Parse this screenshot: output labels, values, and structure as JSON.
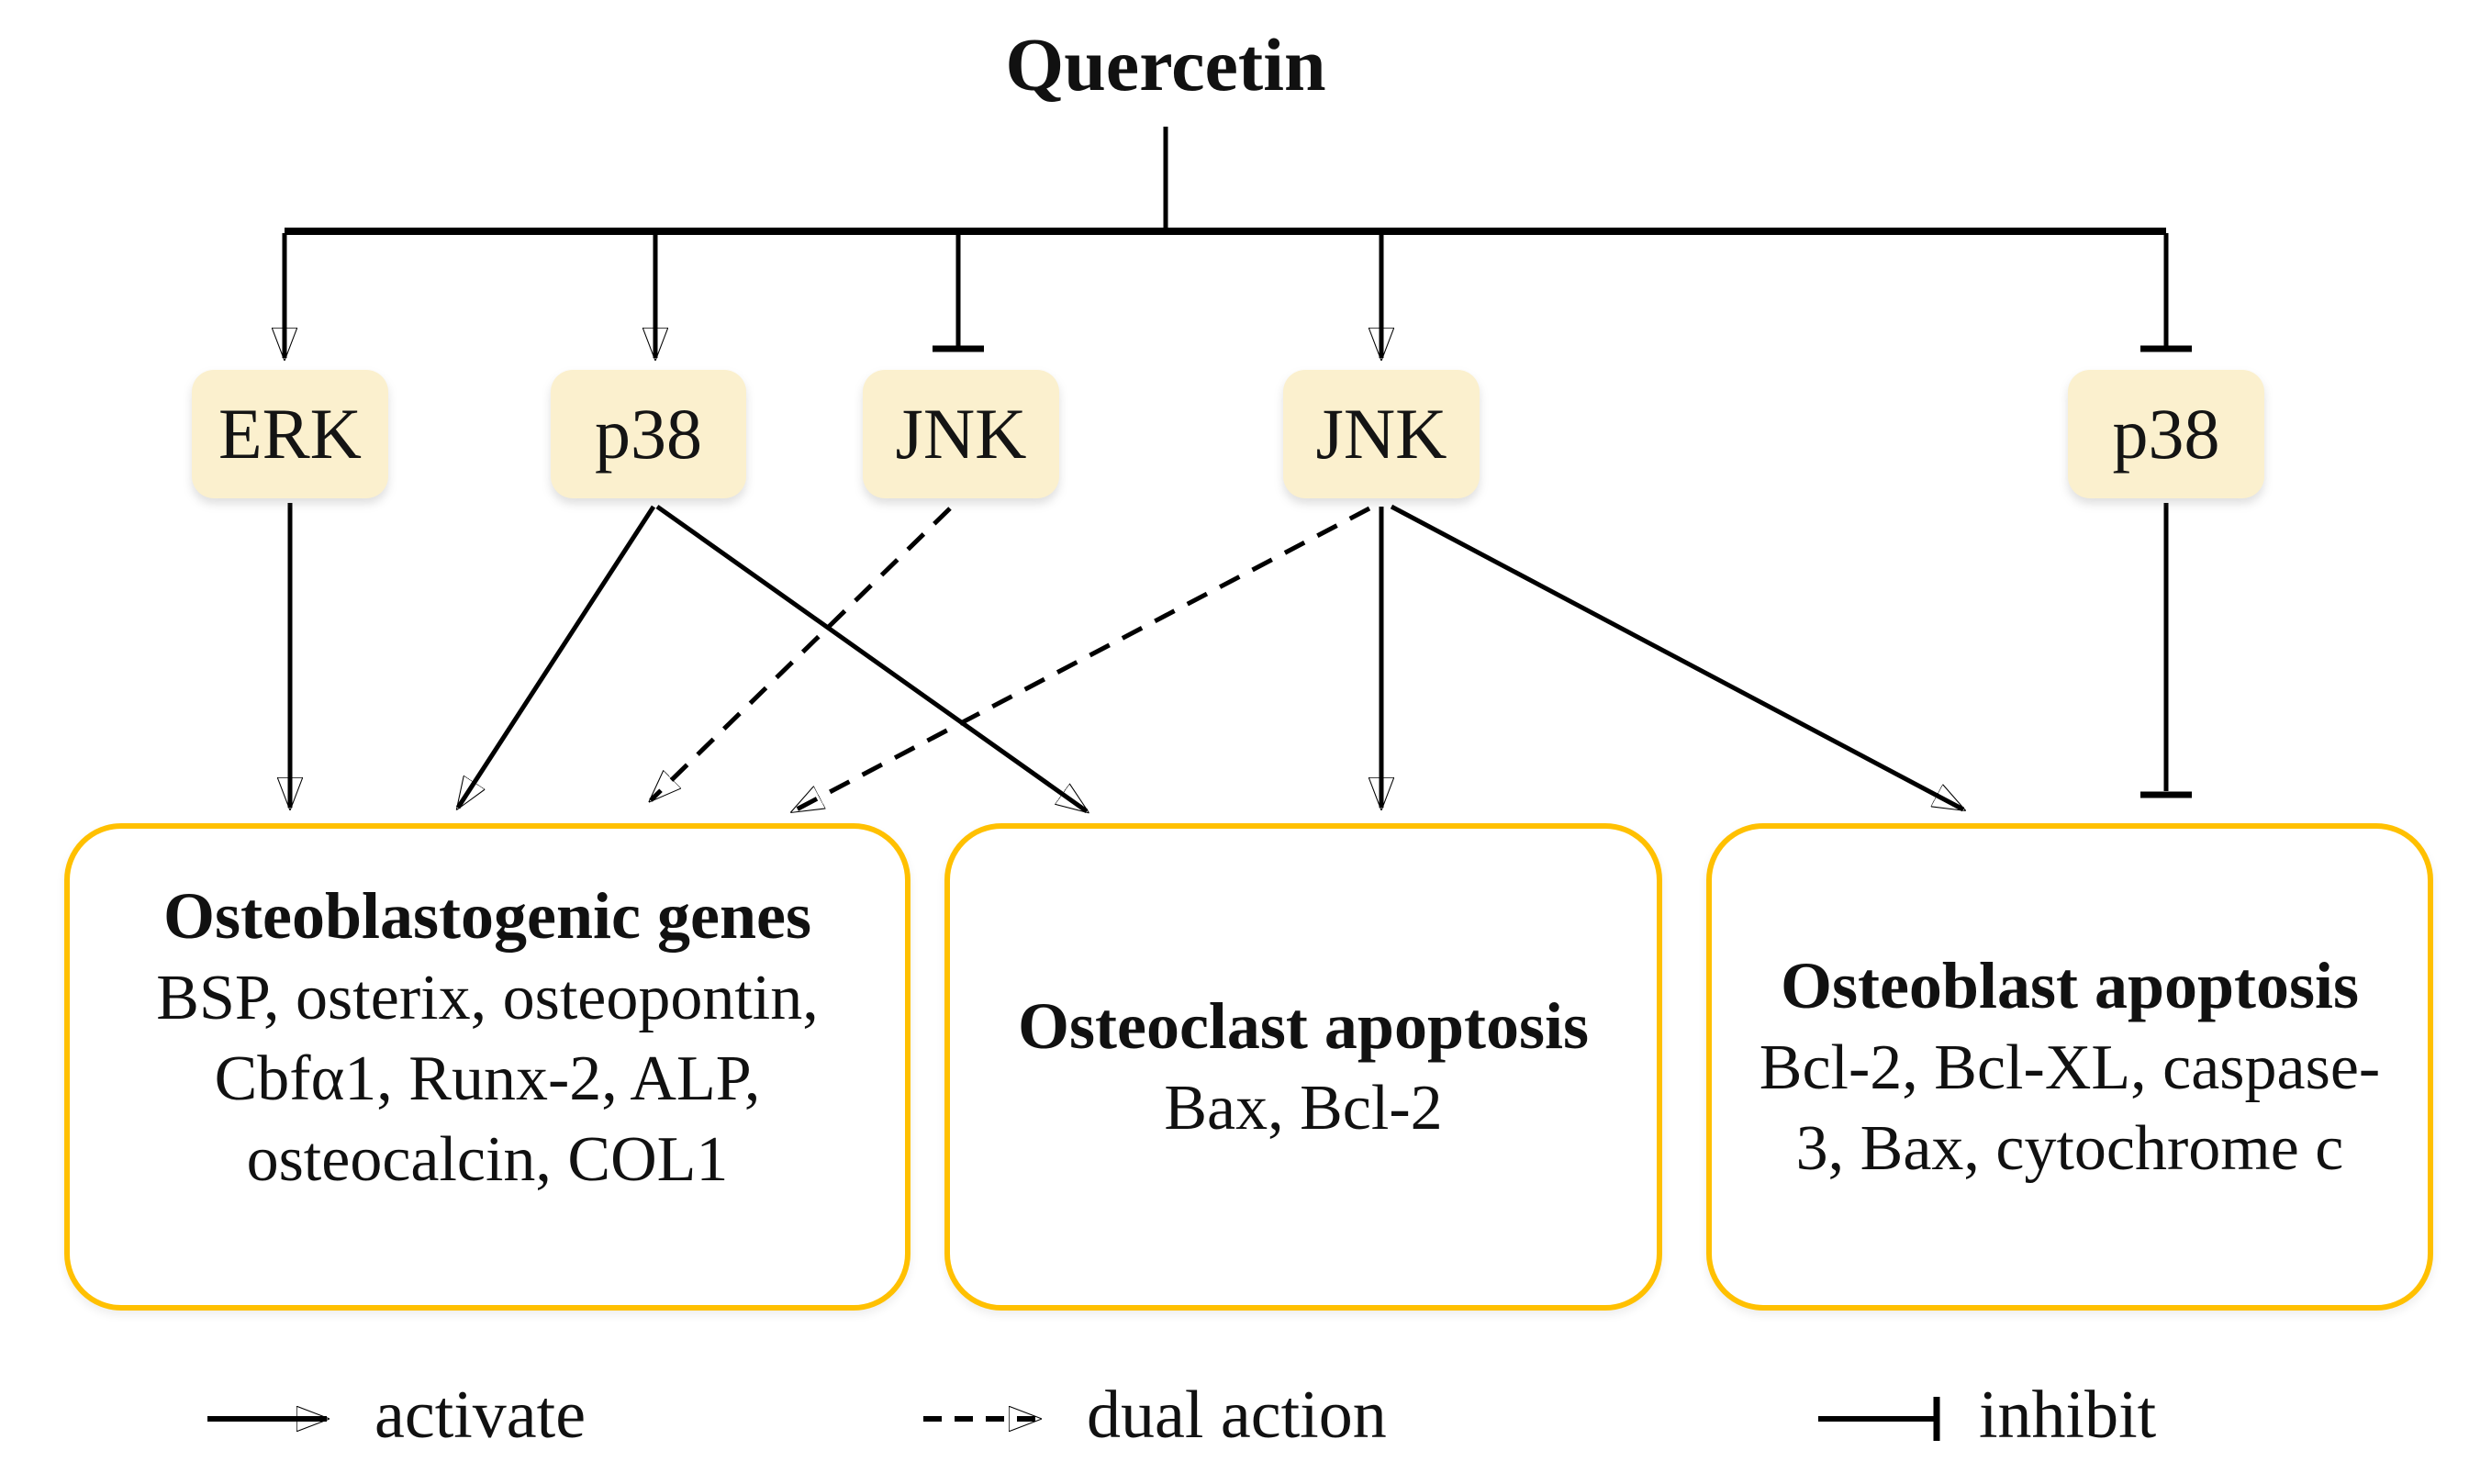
{
  "diagram": {
    "title": "Quercetin",
    "nodes": [
      {
        "id": "erk",
        "label": "ERK",
        "input_from_quercetin": "activate"
      },
      {
        "id": "p38-left",
        "label": "p38",
        "input_from_quercetin": "activate"
      },
      {
        "id": "jnk-left",
        "label": "JNK",
        "input_from_quercetin": "inhibit"
      },
      {
        "id": "jnk-right",
        "label": "JNK",
        "input_from_quercetin": "activate"
      },
      {
        "id": "p38-right",
        "label": "p38",
        "input_from_quercetin": "inhibit"
      }
    ],
    "boxes": [
      {
        "id": "osteoblastogenic-genes",
        "title": "Osteoblastogenic genes",
        "lines": [
          "BSP, osterix, osteopontin,",
          "Cbfα1, Runx-2, ALP,",
          "osteocalcin, COL1"
        ]
      },
      {
        "id": "osteoclast-apoptosis",
        "title": "Osteoclast apoptosis",
        "lines": [
          "Bax, Bcl-2"
        ]
      },
      {
        "id": "osteoblast-apoptosis",
        "title": "Osteoblast apoptosis",
        "lines": [
          "Bcl-2, Bcl-XL, caspase-",
          "3, Bax, cytochrome c"
        ]
      }
    ],
    "edges": [
      {
        "from": "Quercetin",
        "to": "ERK (left)",
        "type": "activate"
      },
      {
        "from": "Quercetin",
        "to": "p38 (left)",
        "type": "activate"
      },
      {
        "from": "Quercetin",
        "to": "JNK (left)",
        "type": "inhibit"
      },
      {
        "from": "Quercetin",
        "to": "JNK (right)",
        "type": "activate"
      },
      {
        "from": "Quercetin",
        "to": "p38 (right)",
        "type": "inhibit"
      },
      {
        "from": "ERK (left)",
        "to": "Osteoblastogenic genes",
        "type": "activate"
      },
      {
        "from": "p38 (left)",
        "to": "Osteoblastogenic genes",
        "type": "activate"
      },
      {
        "from": "p38 (left)",
        "to": "Osteoclast apoptosis",
        "type": "activate"
      },
      {
        "from": "JNK (left)",
        "to": "Osteoblastogenic genes",
        "type": "dual action"
      },
      {
        "from": "JNK (right)",
        "to": "Osteoblastogenic genes",
        "type": "dual action"
      },
      {
        "from": "JNK (right)",
        "to": "Osteoclast apoptosis",
        "type": "activate"
      },
      {
        "from": "JNK (right)",
        "to": "Osteoblast apoptosis",
        "type": "activate"
      },
      {
        "from": "p38 (right)",
        "to": "Osteoblast apoptosis",
        "type": "inhibit"
      }
    ],
    "legend": [
      {
        "symbol": "solid-arrow",
        "label": "activate"
      },
      {
        "symbol": "dashed-arrow",
        "label": "dual action"
      },
      {
        "symbol": "t-bar",
        "label": "inhibit"
      }
    ],
    "colors": {
      "node_fill": "#FBF0CE",
      "box_border": "#FFC000",
      "line": "#000000",
      "background": "#FFFFFF"
    }
  }
}
